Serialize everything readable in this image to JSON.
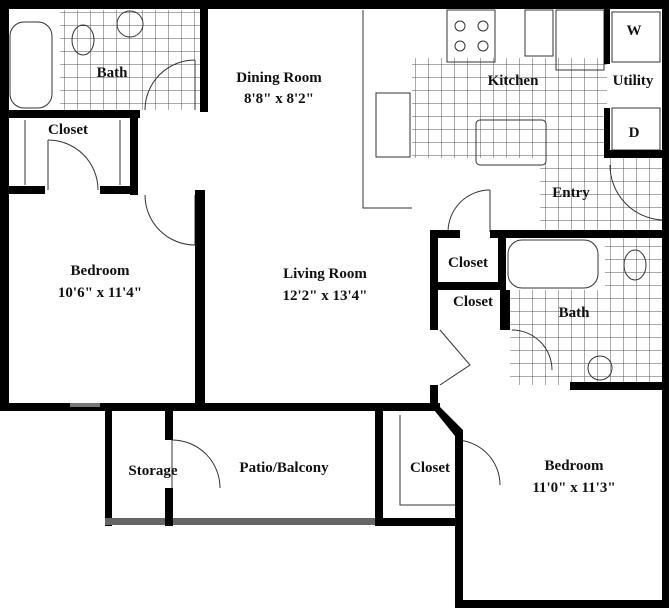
{
  "rooms": {
    "bath1": "Bath",
    "closet1": "Closet",
    "dining": {
      "name": "Dining Room",
      "size": "8'8\" x 8'2\""
    },
    "kitchen": "Kitchen",
    "washer": "W",
    "utility": "Utility",
    "dryer": "D",
    "entry": "Entry",
    "bedroom1": {
      "name": "Bedroom",
      "size": "10'6\" x 11'4\""
    },
    "living": {
      "name": "Living Room",
      "size": "12'2\" x 13'4\""
    },
    "closet2": "Closet",
    "closet3": "Closet",
    "bath2": "Bath",
    "storage": "Storage",
    "patio": "Patio/Balcony",
    "closet4": "Closet",
    "bedroom2": {
      "name": "Bedroom",
      "size": "11'0\" x 11'3\""
    }
  },
  "colors": {
    "wall": "#000000",
    "tile": "#555555"
  }
}
